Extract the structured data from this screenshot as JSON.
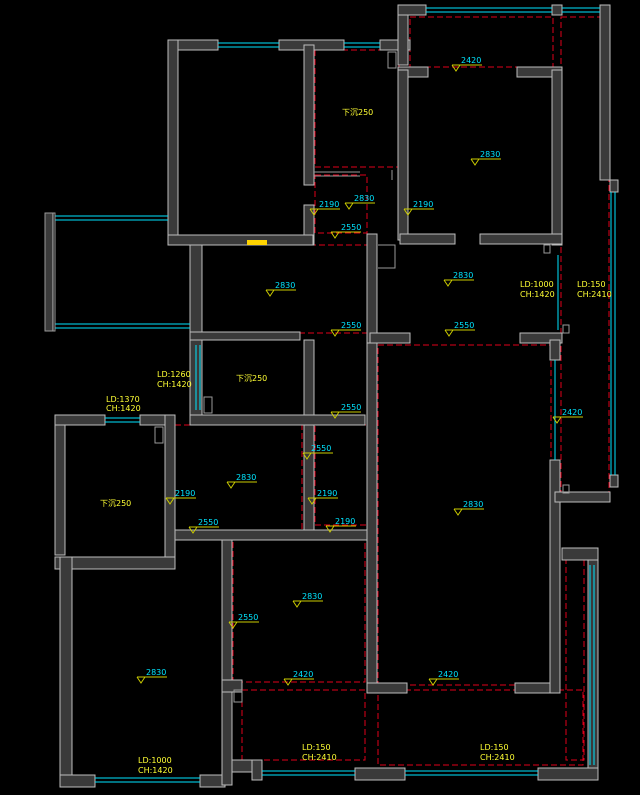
{
  "colors": {
    "background": "#000000",
    "wall": "#3a3a3a",
    "wall_edge": "#bdbdbd",
    "window": "#00e5ff",
    "dashed_outline": "#e0001a",
    "level_text": "#00e5ff",
    "room_text": "#ffff33",
    "marker": "#cccc00"
  },
  "height_labels": [
    {
      "id": "h1",
      "text": "2420"
    },
    {
      "id": "h2",
      "text": "2830"
    },
    {
      "id": "h3",
      "text": "2830"
    },
    {
      "id": "h4",
      "text": "2190"
    },
    {
      "id": "h5",
      "text": "2190"
    },
    {
      "id": "h6",
      "text": "2550"
    },
    {
      "id": "h7",
      "text": "2830"
    },
    {
      "id": "h8",
      "text": "2830"
    },
    {
      "id": "h9",
      "text": "2550"
    },
    {
      "id": "h10",
      "text": "2550"
    },
    {
      "id": "h11",
      "text": "2550"
    },
    {
      "id": "h12",
      "text": "2550"
    },
    {
      "id": "h13",
      "text": "2420"
    },
    {
      "id": "h14",
      "text": "2830"
    },
    {
      "id": "h15",
      "text": "2190"
    },
    {
      "id": "h16",
      "text": "2190"
    },
    {
      "id": "h17",
      "text": "2550"
    },
    {
      "id": "h18",
      "text": "2190"
    },
    {
      "id": "h19",
      "text": "2830"
    },
    {
      "id": "h20",
      "text": "2830"
    },
    {
      "id": "h21",
      "text": "2550"
    },
    {
      "id": "h22",
      "text": "2830"
    },
    {
      "id": "h23",
      "text": "2420"
    },
    {
      "id": "h24",
      "text": "2420"
    }
  ],
  "room_labels": [
    {
      "id": "r1",
      "text": "下沉250"
    },
    {
      "id": "r2",
      "text": "下沉250"
    },
    {
      "id": "r3",
      "text": "下沉250"
    }
  ],
  "opening_labels": [
    {
      "id": "o1",
      "line1": "LD:1000",
      "line2": "CH:1420"
    },
    {
      "id": "o2",
      "line1": "LD:150",
      "line2": "CH:2410"
    },
    {
      "id": "o3",
      "line1": "LD:1260",
      "line2": "CH:1420"
    },
    {
      "id": "o4",
      "line1": "LD:1370",
      "line2": "CH:1420"
    },
    {
      "id": "o5",
      "line1": "LD:1000",
      "line2": "CH:1420"
    },
    {
      "id": "o6",
      "line1": "LD:150",
      "line2": "CH:2410"
    },
    {
      "id": "o7",
      "line1": "LD:150",
      "line2": "CH:2410"
    }
  ]
}
